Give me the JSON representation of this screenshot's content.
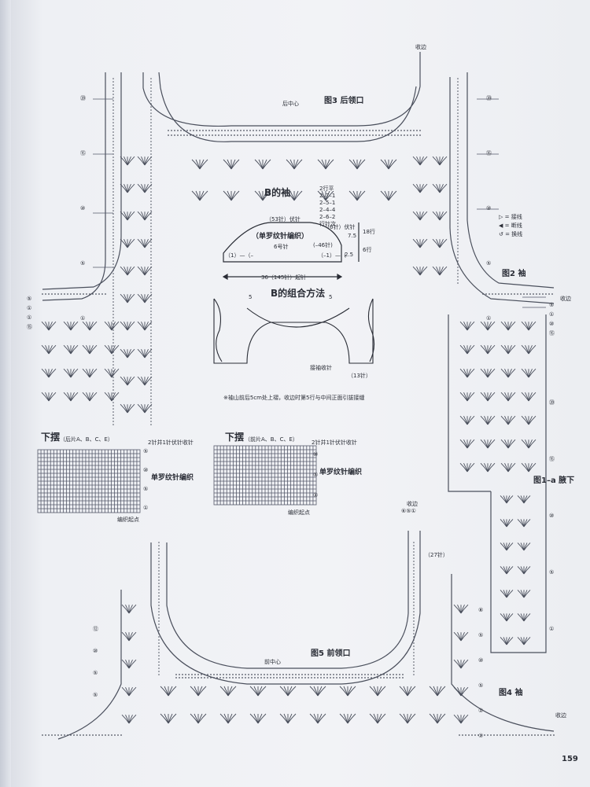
{
  "figures": {
    "fig3": {
      "label": "图3  后领口",
      "center": "后中心"
    },
    "fig2": {
      "label": "图2  袖",
      "bind_off": "收边"
    },
    "fig1a": {
      "label": "图1–a  腋下"
    },
    "fig4": {
      "label": "图4  袖",
      "bind_off": "收边"
    },
    "fig5": {
      "label": "图5  前领口",
      "center": "前中心"
    }
  },
  "sleeve_b": {
    "title": "B的袖",
    "pattern": "（单罗纹针编织）",
    "needle": "6号针",
    "top": "（53针）伏针",
    "left_label": "（1）—（–",
    "right_label": "（–1）—（",
    "decrease": "(–46针)",
    "cast_on": "36（145针）起针",
    "rows_18": "18行",
    "rows_6": "6行",
    "cm_75": "7.5",
    "cm_25": "2.5",
    "bind_note": "（6针）伏针",
    "decrease_rows": [
      "2行平",
      "2–7–1",
      "2–5–1",
      "2–4–4",
      "2–6–2",
      "行针次"
    ]
  },
  "assembly_b": {
    "title": "B的组合方法",
    "joint": "接袖收针",
    "count": "（13针）",
    "note": "※袖山前后5cm处上褶，收边时第5行与中间正面引拔接缝",
    "num_left": "5",
    "num_right": "5"
  },
  "hem_back": {
    "title": "下摆",
    "subtitle": "（后片A、B、C、E）",
    "bind": "2针并1针伏针收针",
    "pattern": "单罗纹针编织",
    "start": "编织起点",
    "row_numbers": [
      "⑤",
      "⑩",
      "⑤",
      "①"
    ]
  },
  "hem_front": {
    "title": "下摆",
    "subtitle": "（前片A、B、C、E）",
    "bind": "2针并1针伏针收针",
    "pattern": "单罗纹针编织",
    "start": "编织起点",
    "row_numbers": [
      "⑩",
      "⑤",
      "①"
    ]
  },
  "legend": {
    "items": [
      "▷ = 接线",
      "◀ = 断线",
      "↺ = 换线"
    ]
  },
  "stitch_counts": {
    "front_right": "（27针）"
  },
  "side_labels": {
    "left_top": [
      "⑳",
      "⑮",
      "⑩",
      "⑤",
      "①"
    ],
    "left_mid": [
      "⑤",
      "①",
      "①",
      "⑮"
    ],
    "right_top": [
      "⑳",
      "⑮",
      "⑩",
      "⑤",
      "①"
    ],
    "sleeve_right": [
      "⑤",
      "①",
      "⑩",
      "⑮"
    ],
    "underarm": [
      "⑳",
      "⑮",
      "⑩",
      "⑤",
      "①"
    ],
    "front_left": [
      "⑫",
      "⑩",
      "⑤",
      "⑤"
    ],
    "front_right": [
      "⑧",
      "⑤",
      "⑩",
      "⑤",
      "①",
      "①"
    ],
    "front_top_nums": "⑥⑤①"
  },
  "page_number": "159",
  "colors": {
    "ink": "#2a2d36",
    "paper": "#eef0f4",
    "stitch": "#4a4f5c"
  }
}
